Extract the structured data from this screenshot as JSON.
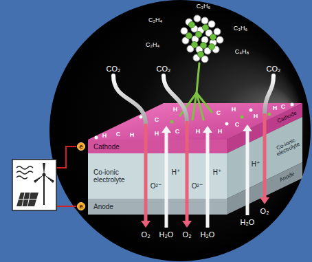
{
  "diagram": {
    "nodes": [
      {
        "text": [
          "Cathode"
        ]
      },
      {
        "text": [
          "Co-ionic electrolyte"
        ]
      },
      {
        "text": [
          "Anode"
        ]
      }
    ],
    "labels": [
      "C₃H₆",
      "C₂H₄",
      "C₃H₆",
      "C₂H₄",
      "C₄H₈",
      "CO₂",
      "CO₂",
      "CO₂",
      "H",
      "C",
      "H",
      "C",
      "H",
      "H",
      "C",
      "H",
      "C",
      "H",
      "H",
      "C",
      "H",
      "H",
      "C",
      "H⁺",
      "O²⁻",
      "H⁺",
      "O²⁻",
      "H⁺",
      "Cathode",
      "Co-ionic electrolyte",
      "Anode",
      "O₂",
      "H₂O",
      "O₂",
      "H₂O",
      "H₂O",
      "O₂",
      "e",
      "e"
    ]
  }
}
